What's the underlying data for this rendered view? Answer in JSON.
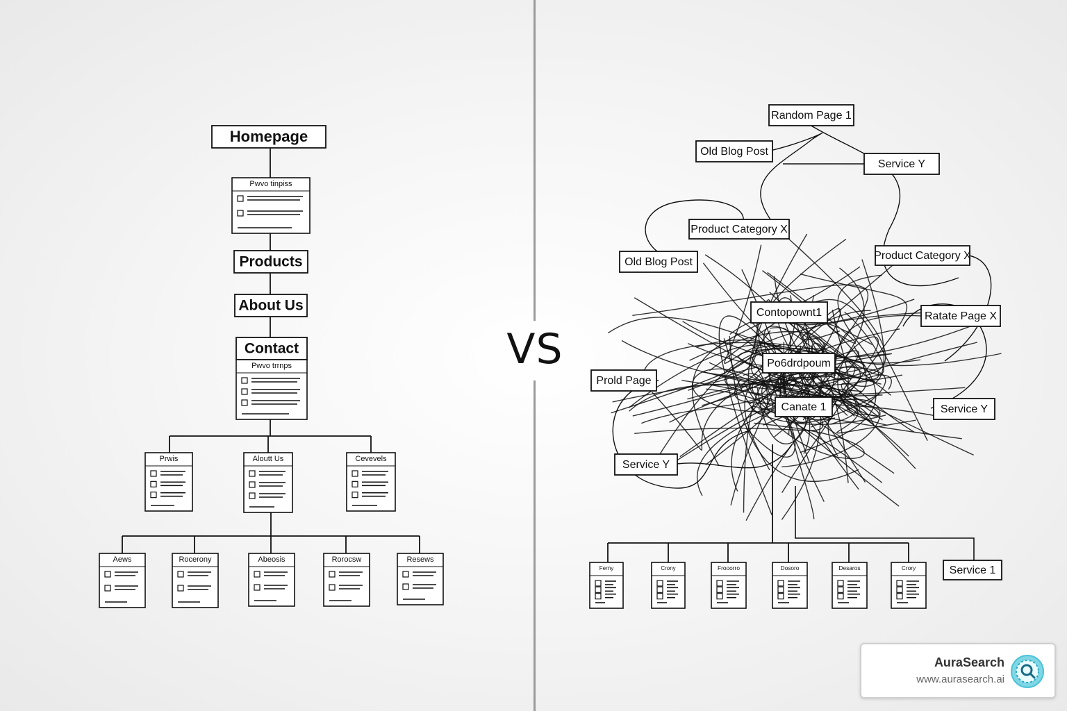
{
  "vs_label": "VS",
  "left_tree": {
    "main": [
      "Homepage",
      "Products",
      "About Us",
      "Contact"
    ],
    "doc_captions": [
      "Pwvo tinpiss",
      "Pwvo trrnps"
    ],
    "level2": [
      "Prwis",
      "Aloutt Us",
      "Cevevels"
    ],
    "level3": [
      "Aews",
      "Rocerony",
      "Abeosis",
      "Rorocsw",
      "Resews"
    ]
  },
  "right_mess": {
    "labels": [
      "Random Page 1",
      "Old Blog Post",
      "Service Y",
      "Product Category X",
      "Old Blog Post",
      "Product Category X",
      "Contopownt1",
      "Ratate Page X",
      "Po6drdpoum",
      "Prold Page",
      "Canate 1",
      "Service Y",
      "Service Y"
    ],
    "bottom_pages": [
      "Ferny",
      "Crony",
      "Frooorro",
      "Dosoro",
      "Desaros",
      "Crory"
    ],
    "bottom_service": "Service 1"
  },
  "brand": {
    "name": "AuraSearch",
    "url": "www.aurasearch.ai",
    "logo_icon": "aurasearch-logo-icon"
  },
  "colors": {
    "ink": "#111111",
    "divider": "#9a9a9a",
    "logo": "#4ec3d8"
  }
}
